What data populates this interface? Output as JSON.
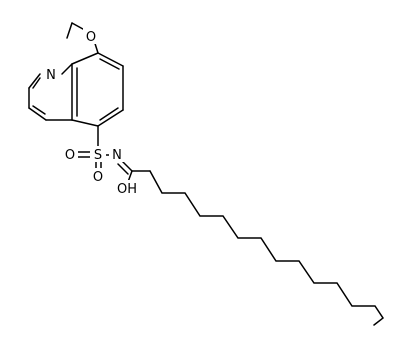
{
  "molecule": {
    "atom_labels": {
      "quinoline_n": "N",
      "ether_o": "O",
      "sulfonyl_s": "S",
      "sulfonyl_o1": "O",
      "sulfonyl_o2": "O",
      "amide_n": "N",
      "hydroxy_oh": "OH"
    }
  },
  "colors": {
    "bond": "#000000",
    "label": "#000000",
    "background": "#ffffff"
  }
}
